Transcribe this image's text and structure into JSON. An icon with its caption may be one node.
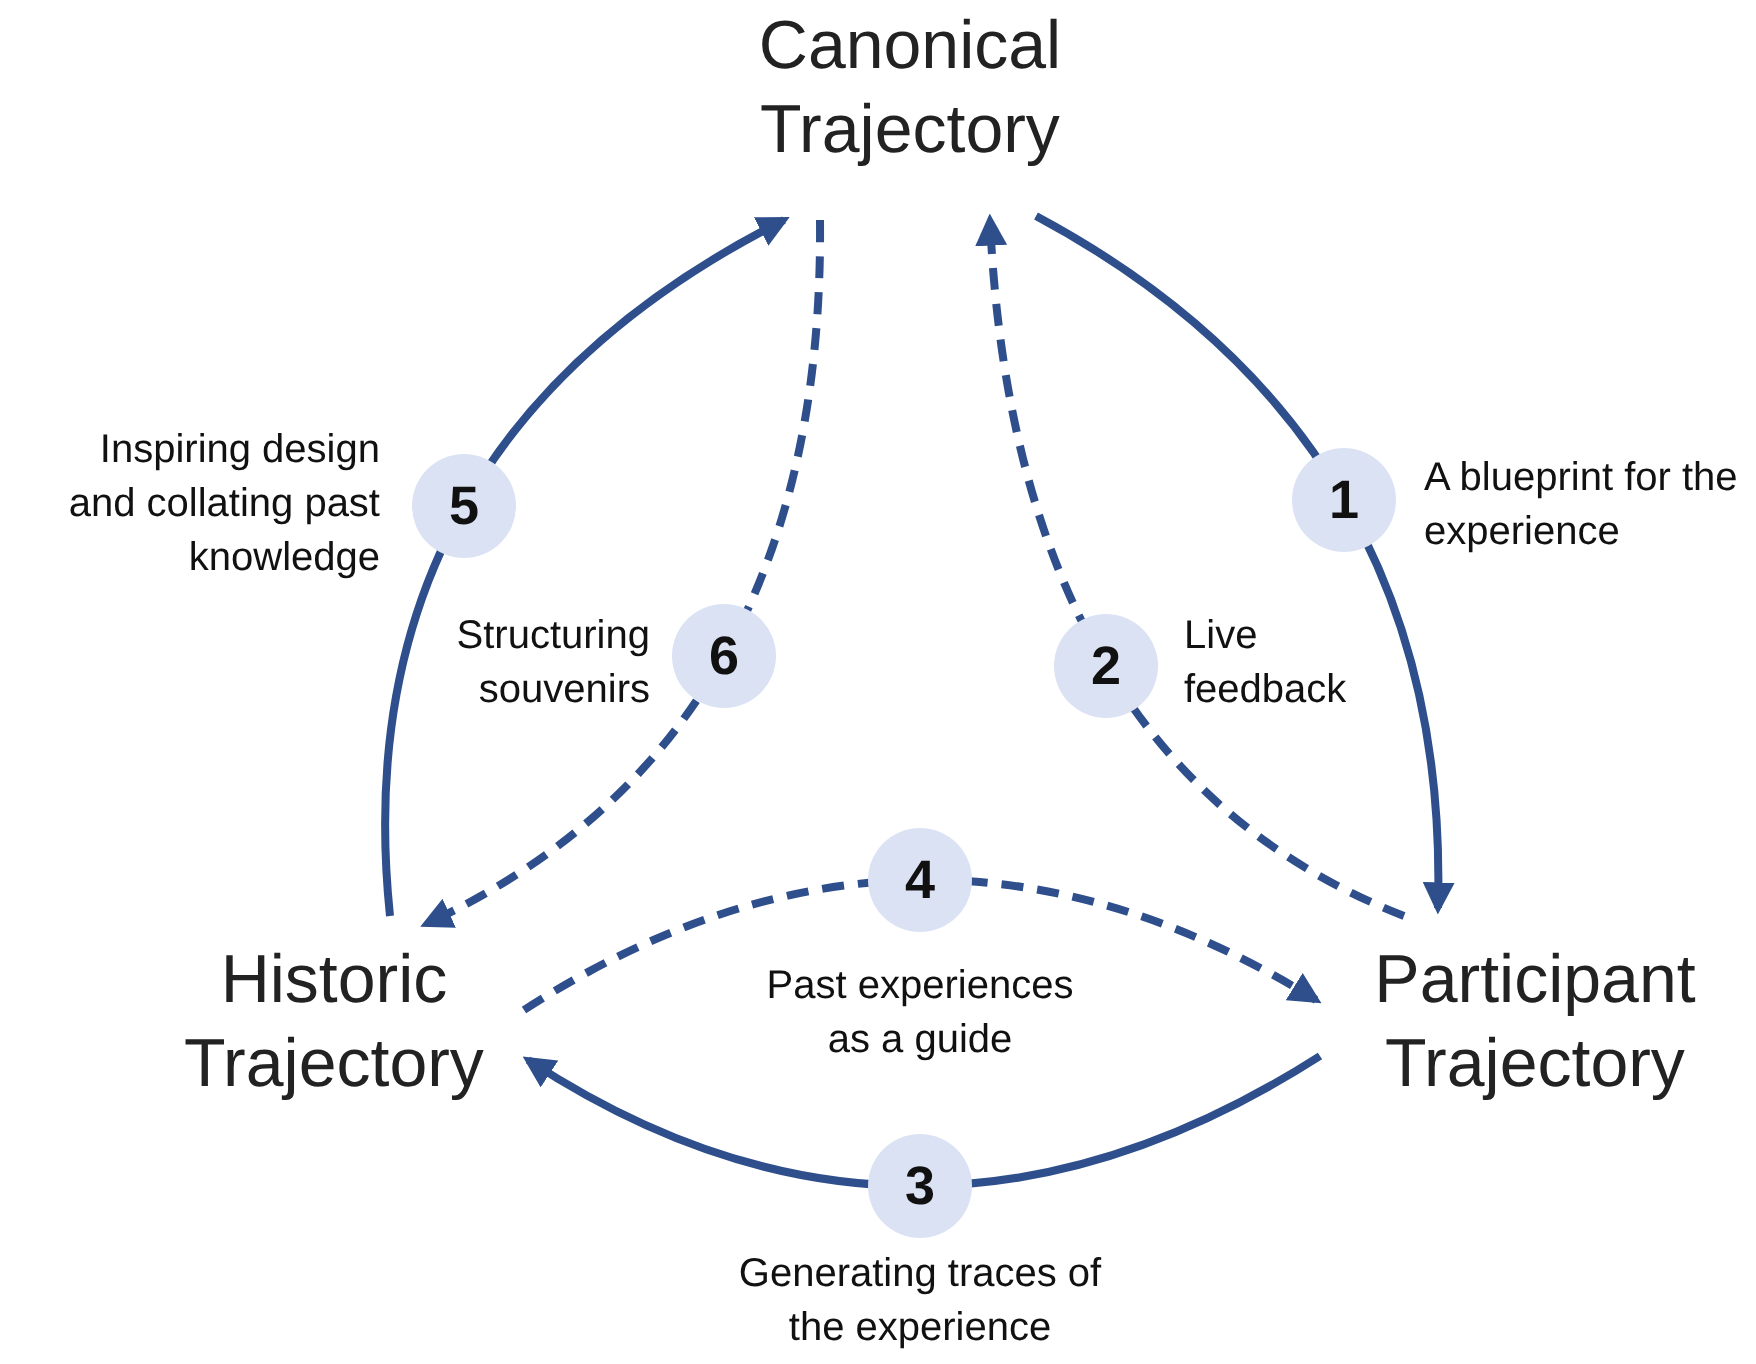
{
  "diagram": {
    "nodes": [
      {
        "text": [
          "Canonical Trajectory"
        ]
      },
      {
        "text": [
          "Participant Trajectory"
        ]
      },
      {
        "text": [
          "Historic Trajectory"
        ]
      }
    ],
    "edges": [
      {
        "from": 0,
        "to": 1,
        "arrow": "to",
        "label": "1"
      },
      {
        "from": 1,
        "to": 0,
        "arrow": "to",
        "label": "2",
        "style": "dashed"
      },
      {
        "from": 1,
        "to": 2,
        "arrow": "to",
        "label": "3"
      },
      {
        "from": 2,
        "to": 1,
        "arrow": "to",
        "label": "4",
        "style": "dashed"
      },
      {
        "from": 2,
        "to": 0,
        "arrow": "to",
        "label": "5"
      },
      {
        "from": 0,
        "to": 2,
        "arrow": "to",
        "label": "6",
        "style": "dashed"
      }
    ],
    "labels": [
      "Inspiring design and collating past knowledge",
      "A blueprint for the experience",
      "Structuring souvenirs",
      "Live feedback",
      "Past experiences as a guide",
      "Generating traces of the experience"
    ]
  }
}
